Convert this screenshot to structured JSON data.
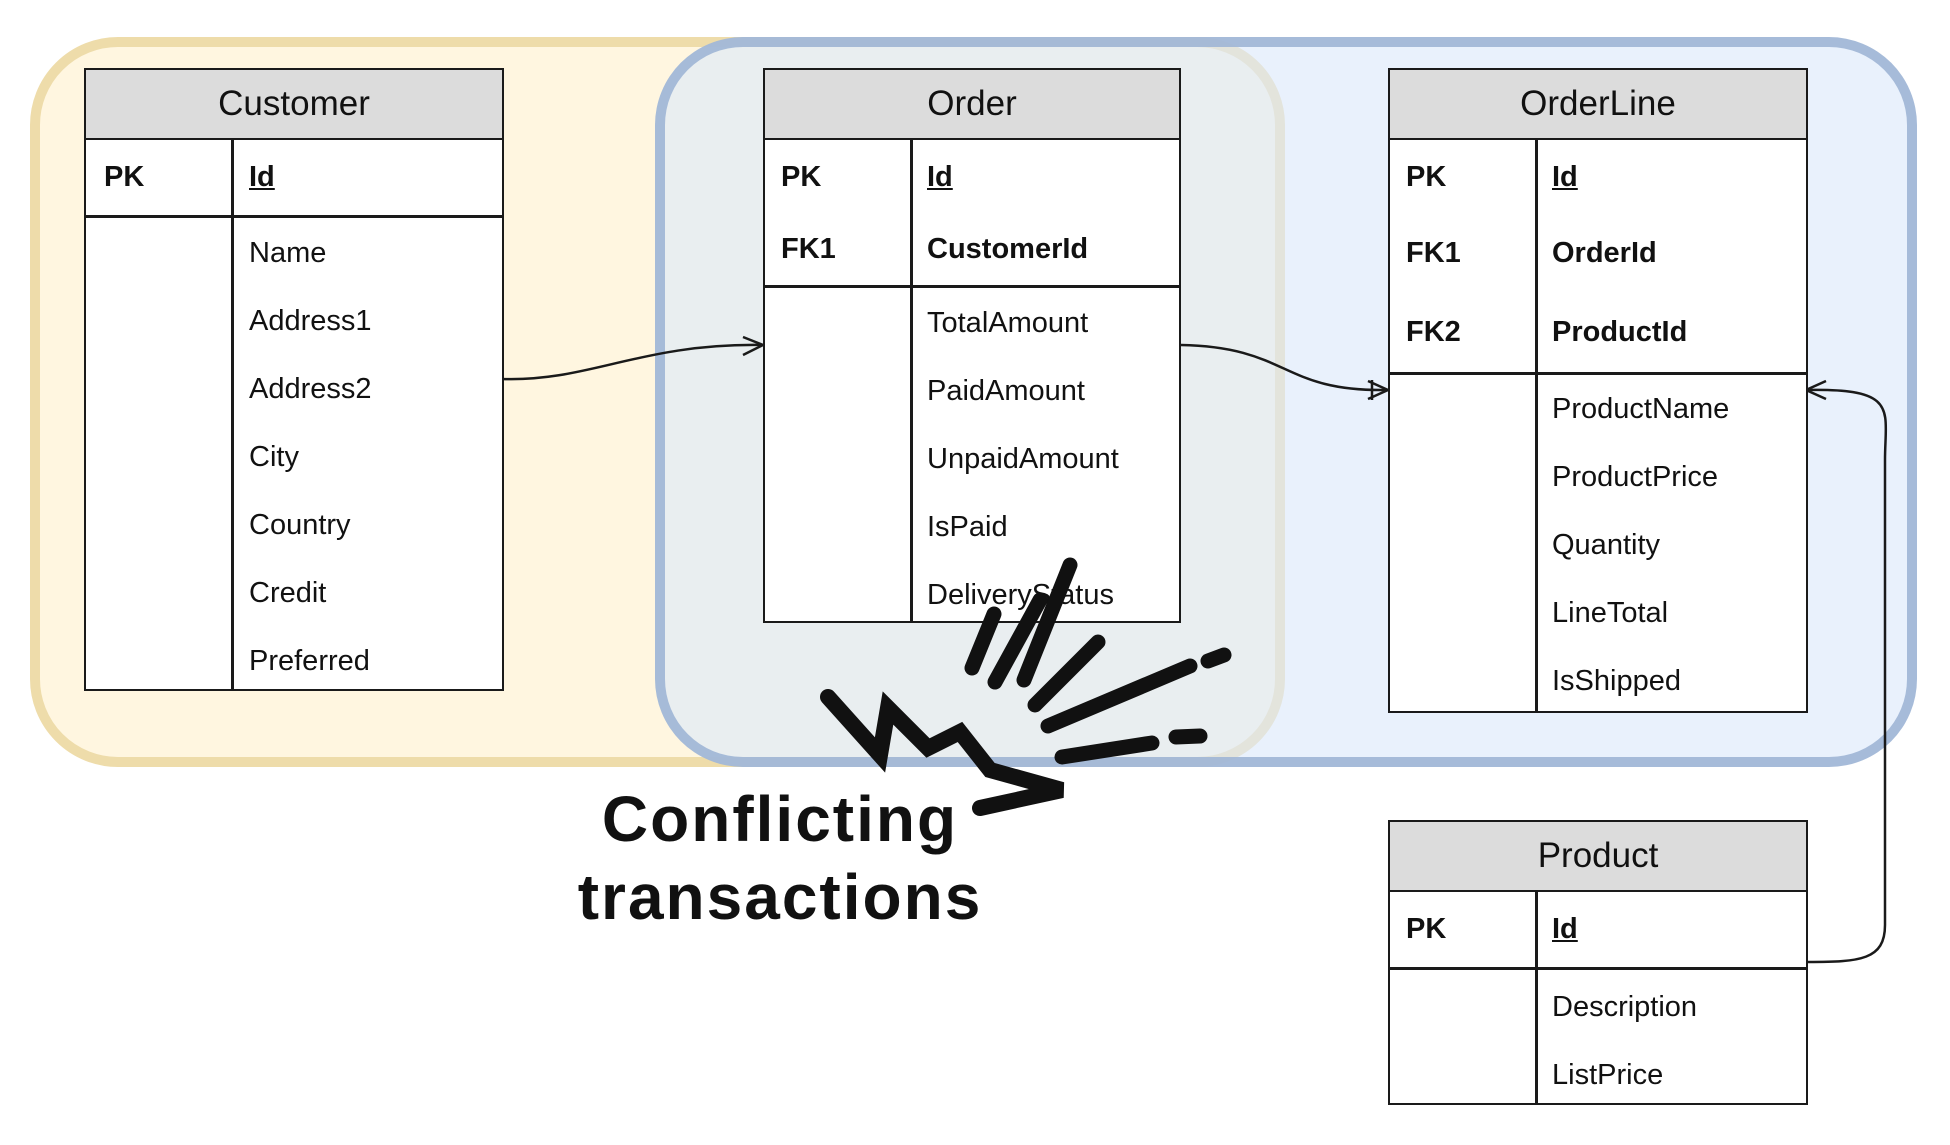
{
  "colors": {
    "region_yellow_fill": "#fff6e0",
    "region_yellow_border": "#eedcaa",
    "region_blue_fill": "#dce9fa",
    "region_blue_border": "#a0b6d6",
    "header_fill": "#dcdcdc",
    "ink": "#111111"
  },
  "tables": {
    "customer": {
      "name": "Customer",
      "pk": {
        "key": "PK",
        "field": "Id"
      },
      "fields": [
        "Name",
        "Address1",
        "Address2",
        "City",
        "Country",
        "Credit",
        "Preferred"
      ]
    },
    "order": {
      "name": "Order",
      "pk": {
        "key": "PK",
        "field": "Id"
      },
      "fks": [
        {
          "key": "FK1",
          "field": "CustomerId"
        }
      ],
      "fields": [
        "TotalAmount",
        "PaidAmount",
        "UnpaidAmount",
        "IsPaid",
        "DeliveryStatus"
      ]
    },
    "orderline": {
      "name": "OrderLine",
      "pk": {
        "key": "PK",
        "field": "Id"
      },
      "fks": [
        {
          "key": "FK1",
          "field": "OrderId"
        },
        {
          "key": "FK2",
          "field": "ProductId"
        }
      ],
      "fields": [
        "ProductName",
        "ProductPrice",
        "Quantity",
        "LineTotal",
        "IsShipped"
      ]
    },
    "product": {
      "name": "Product",
      "pk": {
        "key": "PK",
        "field": "Id"
      },
      "fields": [
        "Description",
        "ListPrice"
      ]
    }
  },
  "annotation": {
    "line1": "Conflicting",
    "line2": "transactions",
    "icon": "conflict-burst-icon"
  }
}
